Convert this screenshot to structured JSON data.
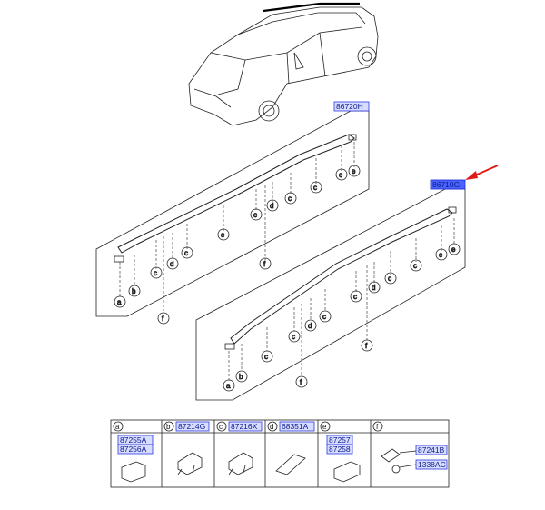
{
  "diagram": {
    "upper_part": "86720H",
    "lower_part": "86710G",
    "callouts": [
      "a",
      "b",
      "c",
      "d",
      "e",
      "f"
    ],
    "legend": [
      {
        "letter": "a",
        "parts": [
          "87255A",
          "87256A"
        ]
      },
      {
        "letter": "b",
        "parts": [
          "87214G"
        ]
      },
      {
        "letter": "c",
        "parts": [
          "87216X"
        ]
      },
      {
        "letter": "d",
        "parts": [
          "68351A"
        ]
      },
      {
        "letter": "e",
        "parts": [
          "87257",
          "87258"
        ]
      },
      {
        "letter": "f",
        "parts": [
          "87241B",
          "1338AC"
        ]
      }
    ]
  },
  "colors": {
    "highlight": "#d8dcff",
    "selected": "#4a63ff",
    "arrow": "#e01818"
  }
}
